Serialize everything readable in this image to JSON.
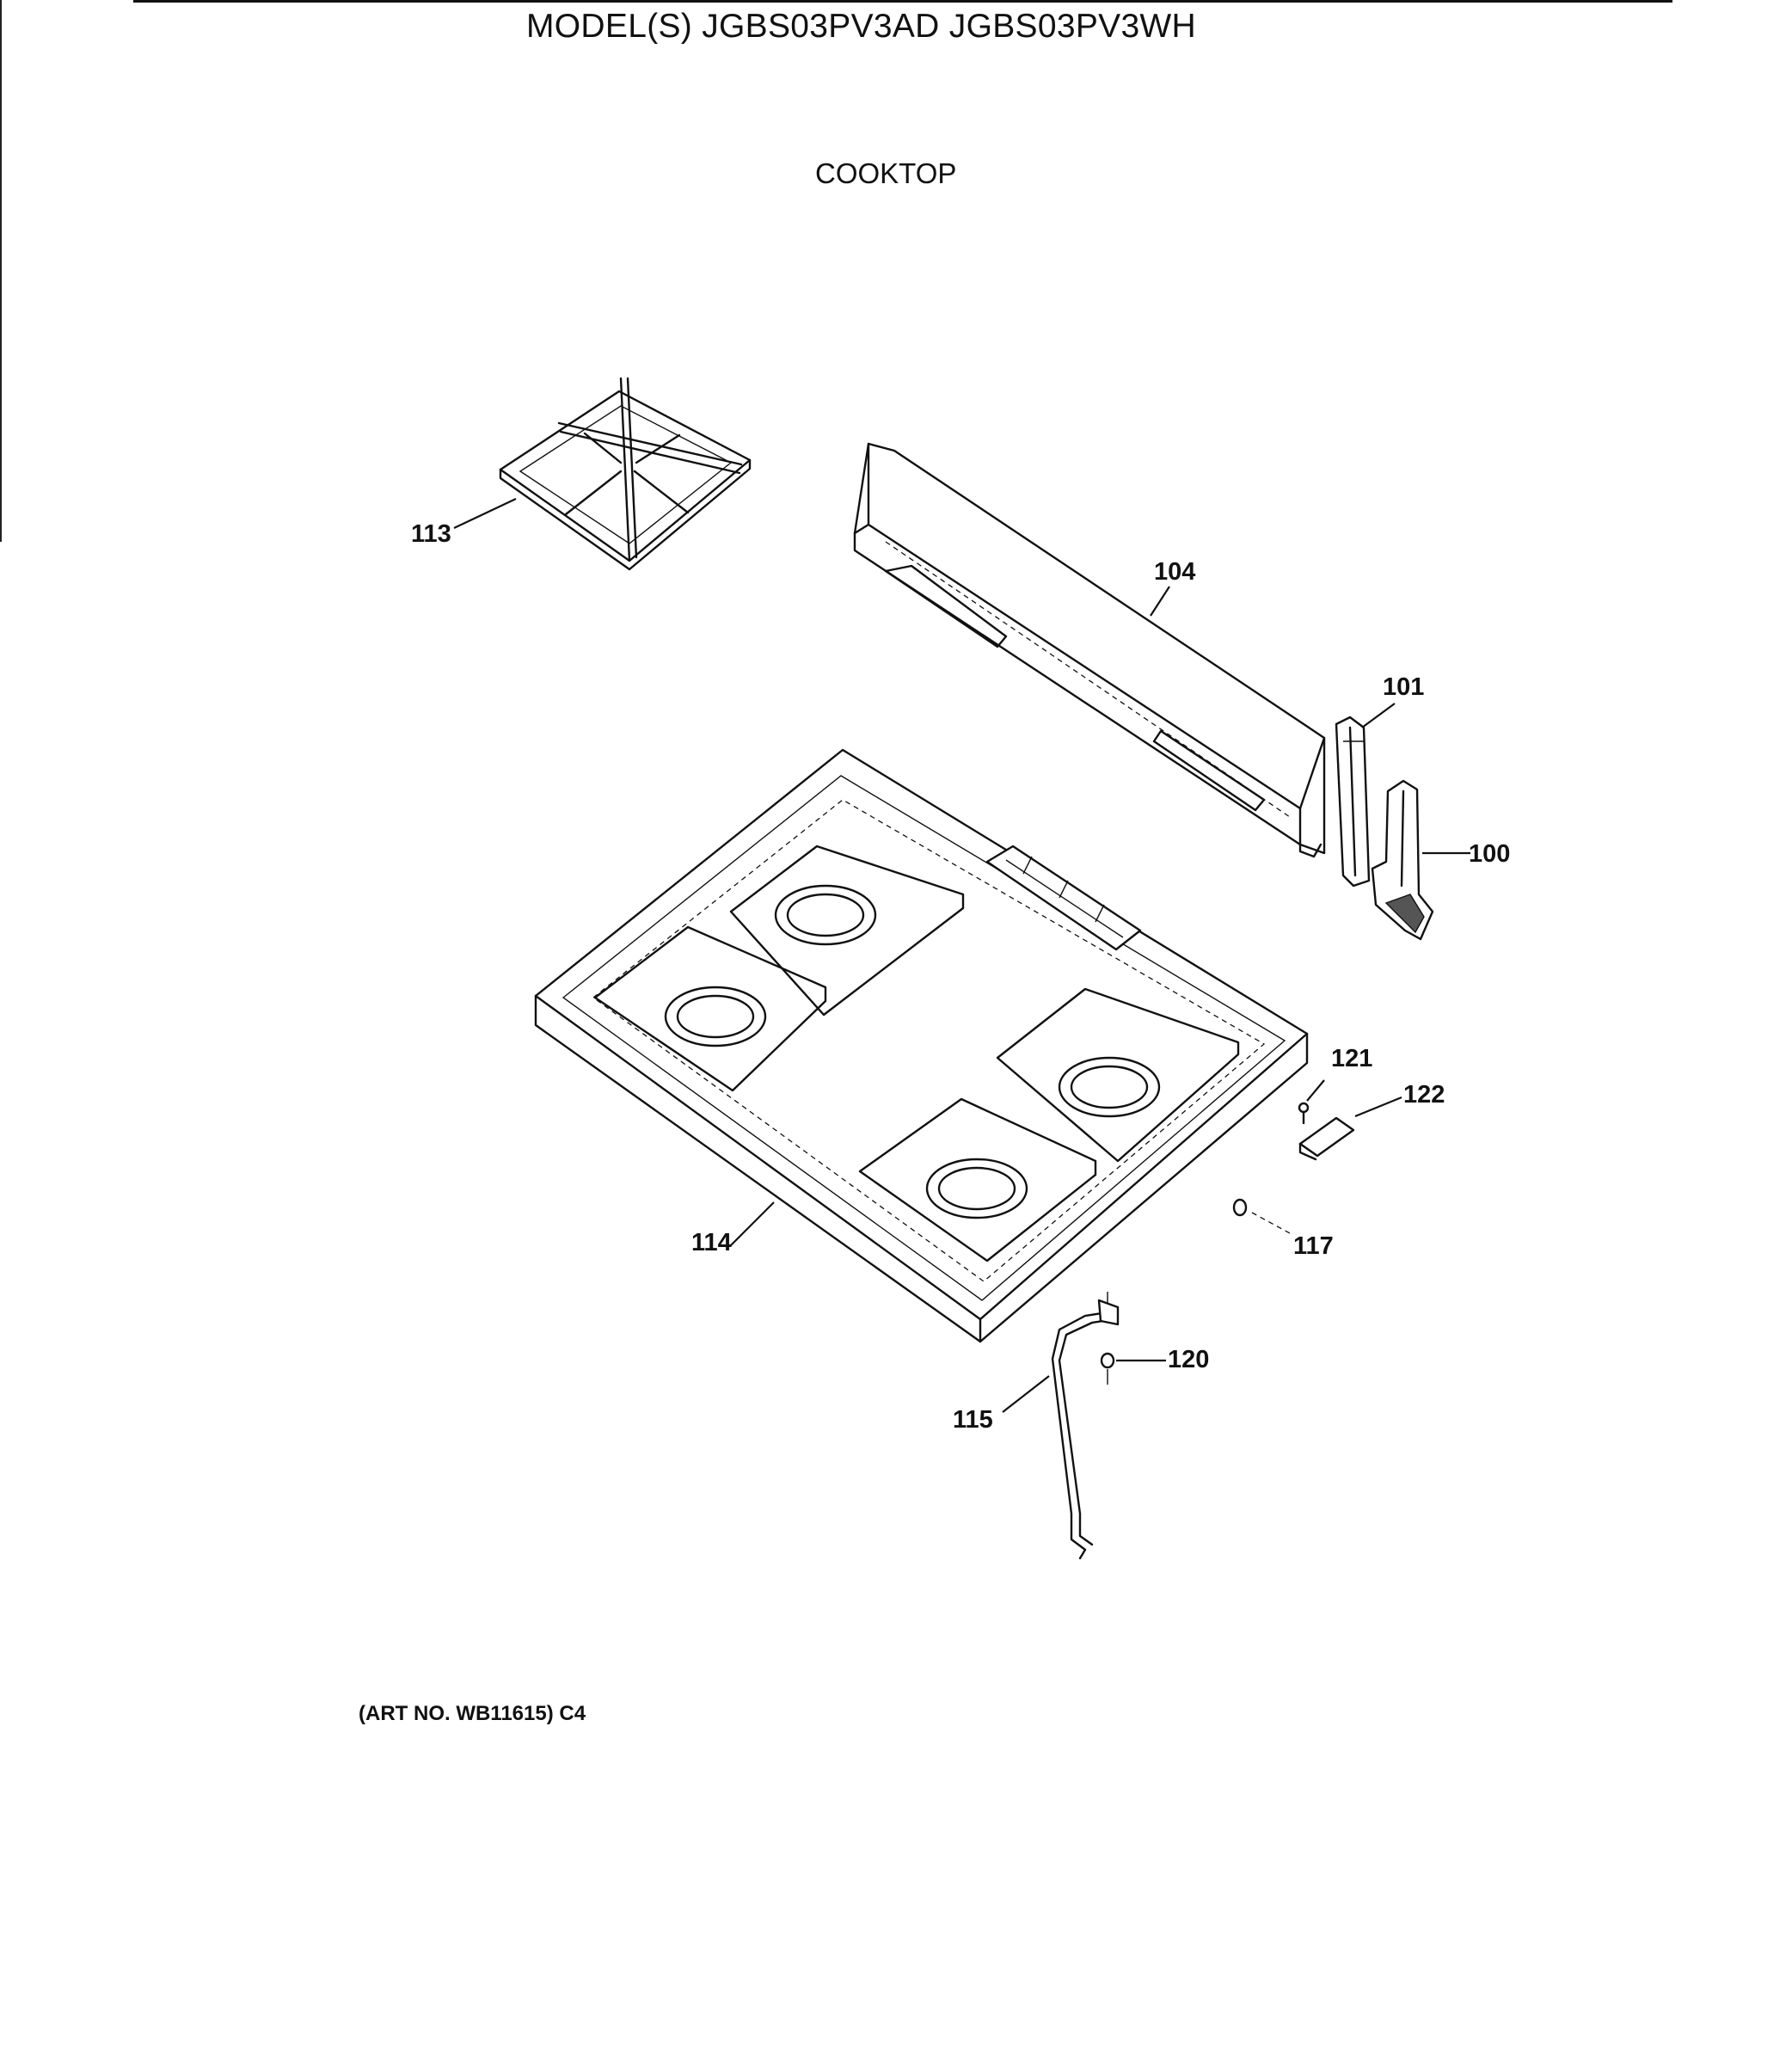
{
  "header": {
    "model_line": "MODEL(S) JGBS03PV3AD  JGBS03PV3WH",
    "section": "COOKTOP"
  },
  "footer": {
    "art_number": "(ART NO. WB11615) C4"
  },
  "parts": {
    "grate": "113",
    "backsplash": "104",
    "end_bracket": "101",
    "end_cap": "100",
    "cooktop": "114",
    "screw": "121",
    "clip": "122",
    "grommet": "117",
    "fastener": "120",
    "rod": "115"
  }
}
